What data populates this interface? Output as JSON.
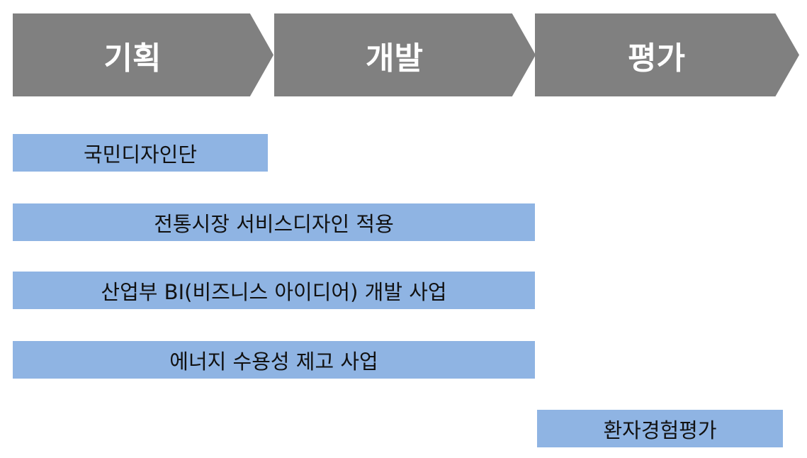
{
  "stages": [
    {
      "label": "기획"
    },
    {
      "label": "개발"
    },
    {
      "label": "평가"
    }
  ],
  "activities": [
    {
      "label": "국민디자인단"
    },
    {
      "label": "전통시장 서비스디자인 적용"
    },
    {
      "label": "산업부 BI(비즈니스 아이디어) 개발 사업"
    },
    {
      "label": "에너지 수용성 제고 사업"
    },
    {
      "label": "환자경험평가"
    }
  ],
  "colors": {
    "stage": "#808080",
    "activity": "#8fb4e3"
  }
}
